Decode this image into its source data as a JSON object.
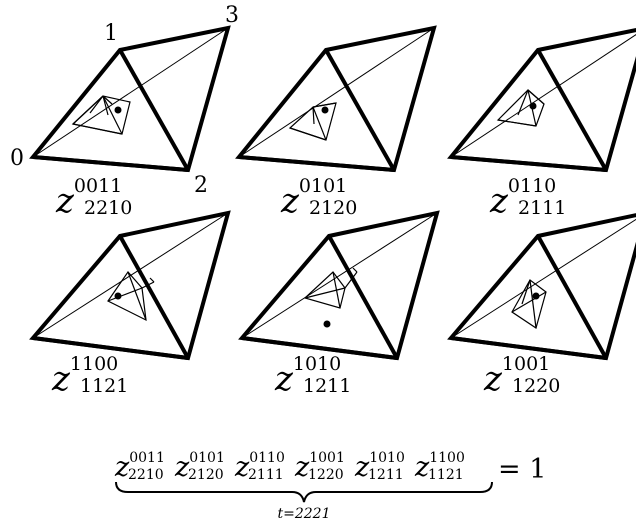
{
  "vertex_labels": {
    "v0": "0",
    "v1": "1",
    "v2": "2",
    "v3": "3"
  },
  "tetrahedra": [
    {
      "label_sup": "0011",
      "label_sub": "2210"
    },
    {
      "label_sup": "0101",
      "label_sub": "2120"
    },
    {
      "label_sup": "0110",
      "label_sub": "2111"
    },
    {
      "label_sup": "1100",
      "label_sub": "1121"
    },
    {
      "label_sup": "1010",
      "label_sub": "1211"
    },
    {
      "label_sup": "1001",
      "label_sub": "1220"
    }
  ],
  "equation": {
    "terms": [
      {
        "sup": "0011",
        "sub": "2210"
      },
      {
        "sup": "0101",
        "sub": "2120"
      },
      {
        "sup": "0110",
        "sub": "2111"
      },
      {
        "sup": "1001",
        "sub": "1220"
      },
      {
        "sup": "1010",
        "sub": "1211"
      },
      {
        "sup": "1100",
        "sub": "1121"
      }
    ],
    "rhs": "= 1",
    "underbrace_label": "t=2221"
  }
}
